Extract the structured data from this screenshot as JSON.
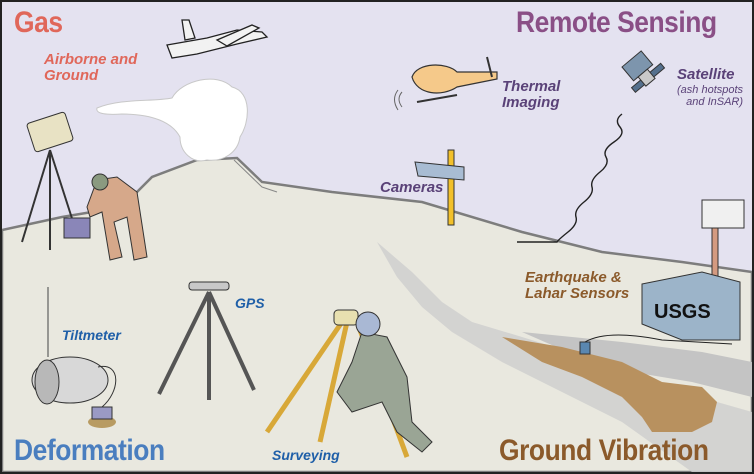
{
  "figure": {
    "type": "illustrated volcano monitoring diagram",
    "colors": {
      "sky": "#e4e2f0",
      "ground": "#e9e8df",
      "gas": "#e0675a",
      "remote_sensing": "#8a4f86",
      "remote_sensing_sub": "#5a4278",
      "deformation": "#4a7ebf",
      "deformation_sub": "#1f5fa8",
      "ground_vibration": "#8b5a2b",
      "lahar": "#b8915f"
    }
  },
  "categories": {
    "gas": {
      "title": "Gas",
      "items": [
        {
          "label_line1": "Airborne and",
          "label_line2": "Ground"
        }
      ]
    },
    "remote_sensing": {
      "title": "Remote Sensing",
      "items": [
        {
          "label_line1": "Thermal",
          "label_line2": "Imaging"
        },
        {
          "label": "Satellite",
          "note_line1": "(ash hotspots",
          "note_line2": "and InSAR)"
        },
        {
          "label": "Cameras"
        }
      ]
    },
    "deformation": {
      "title": "Deformation",
      "items": [
        {
          "label": "Tiltmeter"
        },
        {
          "label": "GPS"
        },
        {
          "label": "Surveying"
        }
      ]
    },
    "ground_vibration": {
      "title": "Ground Vibration",
      "items": [
        {
          "label_line1": "Earthquake &",
          "label_line2": "Lahar Sensors"
        }
      ]
    }
  },
  "icons": {
    "usgs_box_text": "USGS"
  }
}
